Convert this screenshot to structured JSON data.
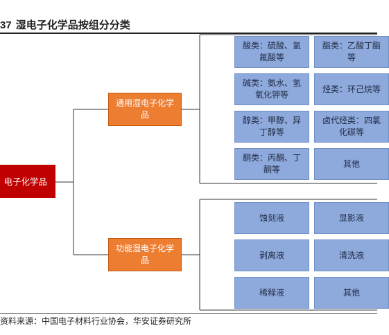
{
  "title": {
    "number": "37",
    "text": "湿电子化学品按组分分类"
  },
  "root": {
    "label": "电子化学品"
  },
  "groups": [
    {
      "label": "通用湿电子化学品",
      "items": [
        "酸类：硫酸、氢氟酸等",
        "酯类：乙酸丁酯等",
        "碱类：氨水、氢氧化钾等",
        "烃类：环己烷等",
        "醇类：甲醇、异丁醇等",
        "卤代烃类：四氯化碳等",
        "酮类：丙酮、丁酮等",
        "其他"
      ]
    },
    {
      "label": "功能湿电子化学品",
      "items": [
        "蚀刻液",
        "显影液",
        "剥离液",
        "清洗液",
        "稀释液",
        "其他"
      ]
    }
  ],
  "source": "资料来源：中国电子材料行业协会，华安证券研究所",
  "colors": {
    "root": "#c00000",
    "mid": "#ed7d31",
    "leaf": "#8ea9db"
  }
}
